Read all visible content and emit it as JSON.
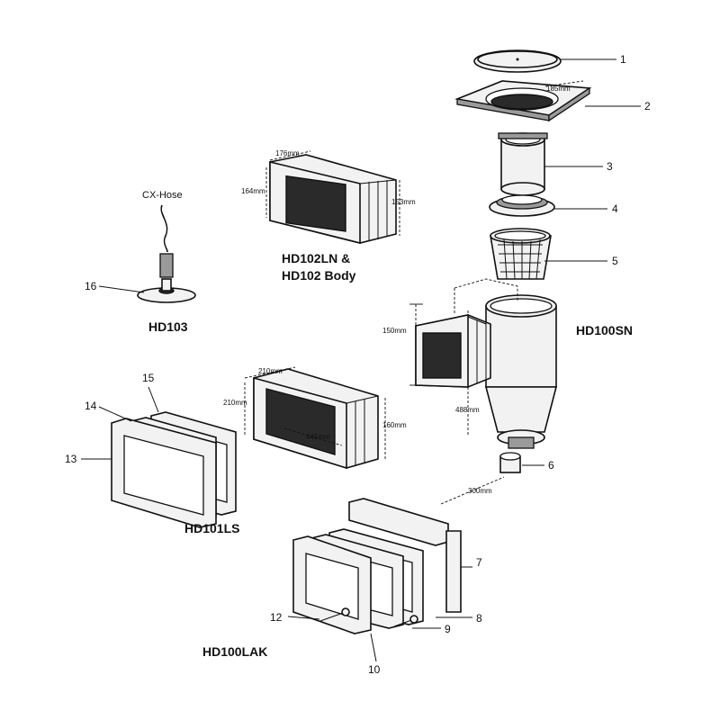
{
  "diagram": {
    "model_labels": {
      "hd102": "HD102LN &",
      "hd102_body": "HD102 Body",
      "hd103": "HD103",
      "hd100sn": "HD100SN",
      "hd101ls": "HD101LS",
      "hd100lak": "HD100LAK",
      "cx_hose": "CX-Hose"
    },
    "dimensions": {
      "lid_width": "185mm",
      "hd102_width": "176mm",
      "hd102_height_left": "164mm",
      "hd102_height_right": "153mm",
      "sn_mouth_height": "150mm",
      "sn_height": "488mm",
      "sn_depth": "300mm",
      "ls_width": "210mm",
      "ls_height_left": "210mm",
      "ls_height_right": "160mm",
      "ls_depth": "445mm"
    },
    "callouts": [
      "1",
      "2",
      "3",
      "4",
      "5",
      "6",
      "7",
      "8",
      "9",
      "10",
      "12",
      "13",
      "14",
      "15",
      "16"
    ]
  }
}
